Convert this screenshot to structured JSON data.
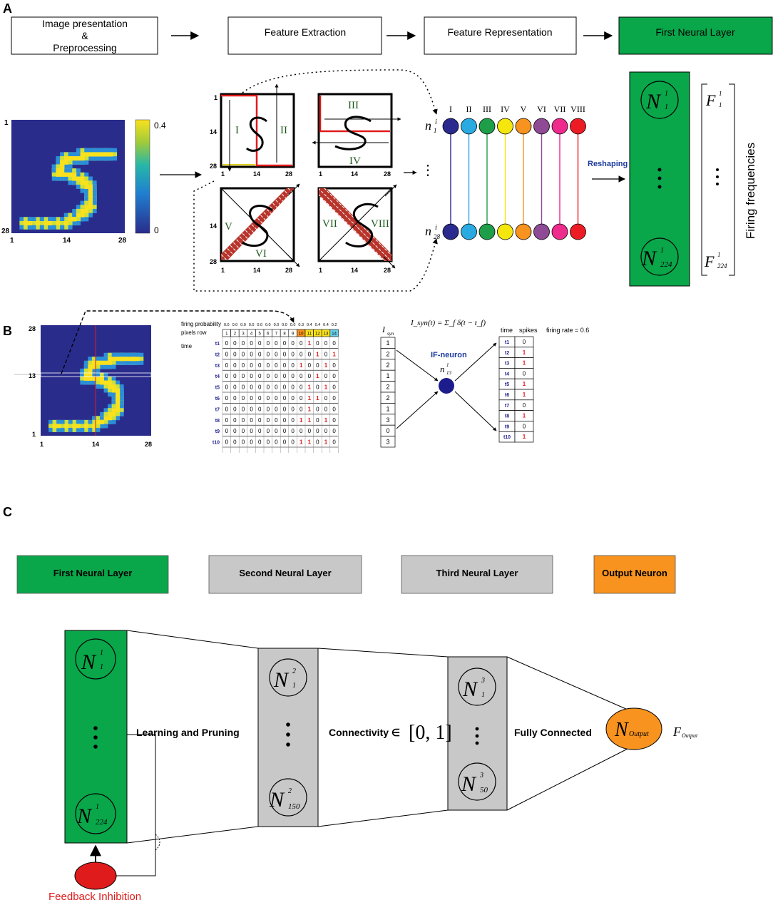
{
  "panelA": {
    "label": "A",
    "flow": [
      "Image presentation",
      "&",
      "Preprocessing",
      "Feature Extraction",
      "Feature Representation",
      "First Neural Layer"
    ],
    "image_ticks": {
      "top": "1",
      "bottom": "28",
      "x1": "1",
      "x14": "14",
      "x28": "28"
    },
    "colorbar": {
      "max": "0.4",
      "min": "0"
    },
    "quad_ticks": {
      "y1": "1",
      "y14": "14",
      "y28": "28",
      "x1": "1",
      "x14": "14",
      "x28": "28"
    },
    "roman": [
      "I",
      "II",
      "III",
      "IV",
      "V",
      "VI",
      "VII",
      "VIII"
    ],
    "neuron_top": "n",
    "neuron_top_sup": "i",
    "neuron_top_sub": "1",
    "neuron_bot": "n",
    "neuron_bot_sup": "i",
    "neuron_bot_sub": "28",
    "neuron_colors": [
      "#2b2a8f",
      "#29abe2",
      "#1e9e48",
      "#f5e60d",
      "#f7931e",
      "#8e4a94",
      "#ee2a8d",
      "#ed1c24"
    ],
    "reshaping": "Reshaping",
    "layer_neuron_top": {
      "sym": "N",
      "sup": "1",
      "sub": "1"
    },
    "layer_neuron_bot": {
      "sym": "N",
      "sup": "1",
      "sub": "224"
    },
    "freq_top": {
      "sym": "F",
      "sup": "1",
      "sub": "1"
    },
    "freq_bot": {
      "sym": "F",
      "sup": "1",
      "sub": "224"
    },
    "firing_frequencies": "Firing frequencies",
    "layer_color": "#0aa64a"
  },
  "panelB": {
    "label": "B",
    "image_ticks": {
      "y28": "28",
      "y13": "13",
      "y1": "1",
      "x1": "1",
      "x14": "14",
      "x28": "28"
    },
    "firing_probability": "firing probability",
    "pixels_row": "pixels row",
    "time": "time",
    "probabilities": [
      "0.0",
      "0.0",
      "0.0",
      "0.0",
      "0.0",
      "0.0",
      "0.0",
      "0.0",
      "0.0",
      "0.3",
      "0.4",
      "0.4",
      "0.4",
      "0.2"
    ],
    "pixel_indices": [
      "1",
      "2",
      "3",
      "4",
      "5",
      "6",
      "7",
      "8",
      "9",
      "10",
      "11",
      "12",
      "13",
      "14"
    ],
    "time_labels": [
      "t1",
      "t2",
      "t3",
      "t4",
      "t5",
      "t6",
      "t7",
      "t8",
      "t9",
      "t10"
    ],
    "spike_grid": [
      [
        "0",
        "0",
        "0",
        "0",
        "0",
        "0",
        "0",
        "0",
        "0",
        "0",
        "1",
        "0",
        "0",
        "0"
      ],
      [
        "0",
        "0",
        "0",
        "0",
        "0",
        "0",
        "0",
        "0",
        "0",
        "0",
        "0",
        "1",
        "0",
        "1"
      ],
      [
        "0",
        "0",
        "0",
        "0",
        "0",
        "0",
        "0",
        "0",
        "0",
        "1",
        "0",
        "0",
        "1",
        "0"
      ],
      [
        "0",
        "0",
        "0",
        "0",
        "0",
        "0",
        "0",
        "0",
        "0",
        "0",
        "0",
        "1",
        "0",
        "0"
      ],
      [
        "0",
        "0",
        "0",
        "0",
        "0",
        "0",
        "0",
        "0",
        "0",
        "0",
        "1",
        "0",
        "1",
        "0"
      ],
      [
        "0",
        "0",
        "0",
        "0",
        "0",
        "0",
        "0",
        "0",
        "0",
        "0",
        "1",
        "1",
        "0",
        "0"
      ],
      [
        "0",
        "0",
        "0",
        "0",
        "0",
        "0",
        "0",
        "0",
        "0",
        "0",
        "1",
        "0",
        "0",
        "0"
      ],
      [
        "0",
        "0",
        "0",
        "0",
        "0",
        "0",
        "0",
        "0",
        "0",
        "1",
        "1",
        "0",
        "1",
        "0"
      ],
      [
        "0",
        "0",
        "0",
        "0",
        "0",
        "0",
        "0",
        "0",
        "0",
        "0",
        "0",
        "0",
        "0",
        "0"
      ],
      [
        "0",
        "0",
        "0",
        "0",
        "0",
        "0",
        "0",
        "0",
        "0",
        "1",
        "1",
        "0",
        "1",
        "0"
      ]
    ],
    "equation": "I_syn(t) = Σ_f δ(t − t_f)",
    "isyn": {
      "sym": "I",
      "sub": "syn"
    },
    "isyn_values": [
      "1",
      "2",
      "2",
      "1",
      "2",
      "2",
      "1",
      "3",
      "0",
      "3"
    ],
    "if_neuron": "IF-neuron",
    "if_neuron_label": {
      "sym": "n",
      "sup": "1",
      "sub": "13"
    },
    "time_header": "time",
    "spikes_header": "spikes",
    "output_spikes": [
      "0",
      "1",
      "1",
      "0",
      "1",
      "1",
      "0",
      "1",
      "0",
      "1"
    ],
    "firing_rate": "firing rate = 0.6",
    "neuron_color": "#1c1c8c",
    "time_color": "#1c1c8c",
    "spike_color": "#e01b1b"
  },
  "panelC": {
    "label": "C",
    "legend": [
      "First Neural Layer",
      "Second Neural Layer",
      "Third Neural Layer",
      "Output Neuron"
    ],
    "legend_colors": [
      "#0aa64a",
      "#c8c8c8",
      "#c8c8c8",
      "#f7931e"
    ],
    "layer1_top": {
      "sym": "N",
      "sup": "1",
      "sub": "1"
    },
    "layer1_bot": {
      "sym": "N",
      "sup": "1",
      "sub": "224"
    },
    "layer2_top": {
      "sym": "N",
      "sup": "2",
      "sub": "1"
    },
    "layer2_bot": {
      "sym": "N",
      "sup": "2",
      "sub": "150"
    },
    "layer3_top": {
      "sym": "N",
      "sup": "3",
      "sub": "1"
    },
    "layer3_bot": {
      "sym": "N",
      "sup": "3",
      "sub": "50"
    },
    "output": {
      "sym": "N",
      "sub": "Output"
    },
    "output_freq": {
      "sym": "F",
      "sub": "Output"
    },
    "learning_pruning": "Learning and Pruning",
    "connectivity": "Connectivity ∈",
    "connectivity_range": "[0, 1]",
    "fully_connected": "Fully Connected",
    "feedback_inhibition": "Feedback Inhibition",
    "feedback_color": "#e01b1b"
  }
}
